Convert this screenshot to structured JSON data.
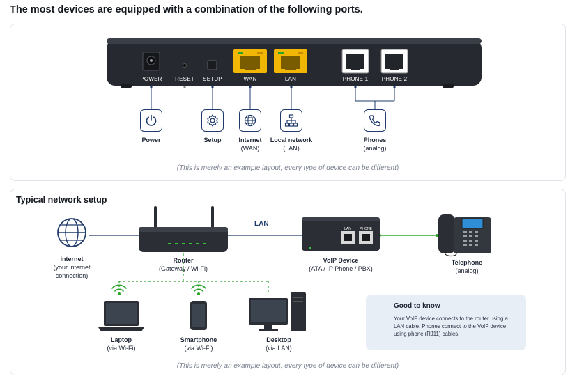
{
  "page": {
    "title": "The most devices are equipped with a combination of the following ports."
  },
  "ports_section": {
    "ports": [
      {
        "label": "POWER"
      },
      {
        "label": "RESET"
      },
      {
        "label": "SETUP"
      },
      {
        "label": "WAN"
      },
      {
        "label": "LAN"
      },
      {
        "label": "PHONE 1"
      },
      {
        "label": "PHONE 2"
      }
    ],
    "functions": [
      {
        "icon": "power-icon",
        "title": "Power",
        "subtitle": ""
      },
      {
        "icon": "gear-icon",
        "title": "Setup",
        "subtitle": ""
      },
      {
        "icon": "globe-icon",
        "title": "Internet",
        "subtitle": "(WAN)"
      },
      {
        "icon": "network-icon",
        "title": "Local network",
        "subtitle": "(LAN)"
      },
      {
        "icon": "phone-icon",
        "title": "Phones",
        "subtitle": "(analog)"
      }
    ],
    "caption": "(This is merely an example layout, every type of device can be different)"
  },
  "network_section": {
    "title": "Typical network setup",
    "link_label": "LAN",
    "nodes": {
      "internet": {
        "title": "Internet",
        "subtitle1": "(your internet",
        "subtitle2": "connection)"
      },
      "router": {
        "title": "Router",
        "subtitle": "(Gateway / Wi-Fi)"
      },
      "voip": {
        "title": "VoIP Device",
        "subtitle": "(ATA / IP Phone / PBX)",
        "port1": "LAN",
        "port2": "PHONE"
      },
      "telephone": {
        "title": "Telephone",
        "subtitle": "(analog)"
      },
      "laptop": {
        "title": "Laptop",
        "subtitle": "(via Wi-Fi)"
      },
      "smartphone": {
        "title": "Smartphone",
        "subtitle": "(via Wi-Fi)"
      },
      "desktop": {
        "title": "Desktop",
        "subtitle": "(via LAN)"
      }
    },
    "good_to_know": {
      "title": "Good to know",
      "text": "Your VoIP device connects to the router using a LAN cable. Phones connect to the VoIP device using phone (RJ11) cables."
    },
    "caption": "(This is merely an example layout, every type of device can be different)"
  },
  "colors": {
    "accent": "#1f3a6b",
    "ethernet_yellow": "#f2b705",
    "wifi_green": "#2aa52a",
    "device_dark": "#25282e"
  }
}
